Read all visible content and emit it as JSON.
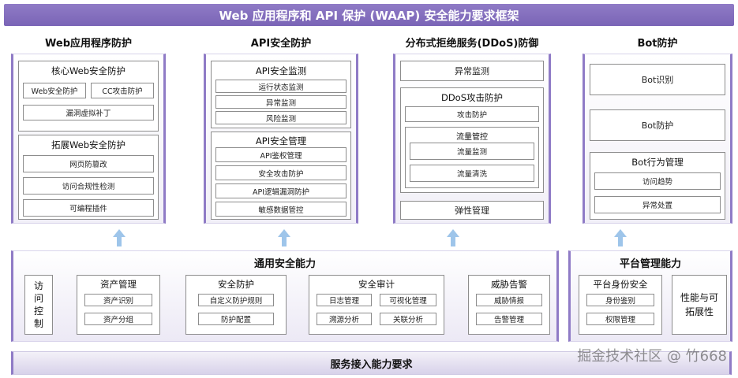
{
  "title": "Web 应用程序和 API 保护 (WAAP) 安全能力要求框架",
  "columns": {
    "web": {
      "heading": "Web应用程序防护",
      "core": {
        "title": "核心Web安全防护",
        "items": [
          "Web安全防护",
          "CC攻击防护",
          "漏洞虚拟补丁"
        ]
      },
      "ext": {
        "title": "拓展Web安全防护",
        "items": [
          "网页防篡改",
          "访问合规性检测",
          "可编程插件"
        ]
      }
    },
    "api": {
      "heading": "API安全防护",
      "monitor": {
        "title": "API安全监测",
        "items": [
          "运行状态监测",
          "异常监测",
          "风险监测"
        ]
      },
      "manage": {
        "title": "API安全管理",
        "items": [
          "API鉴权管理",
          "安全攻击防护",
          "API逻辑漏洞防护",
          "敏感数据管控"
        ]
      }
    },
    "ddos": {
      "heading": "分布式拒绝服务(DDoS)防御",
      "anomaly": "异常监测",
      "attack": {
        "title": "DDoS攻击防护",
        "item": "攻击防护"
      },
      "flow": {
        "title": "流量管控",
        "items": [
          "流量监测",
          "流量清洗"
        ]
      },
      "elastic": "弹性管理"
    },
    "bot": {
      "heading": "Bot防护",
      "identify": "Bot识别",
      "protect": "Bot防护",
      "behavior": {
        "title": "Bot行为管理",
        "items": [
          "访问趋势",
          "异常处置"
        ]
      }
    }
  },
  "general": {
    "title": "通用安全能力",
    "access": "访问控制",
    "asset": {
      "title": "资产管理",
      "items": [
        "资产识别",
        "资产分组"
      ]
    },
    "protect": {
      "title": "安全防护",
      "items": [
        "自定义防护规则",
        "防护配置"
      ]
    },
    "audit": {
      "title": "安全审计",
      "items": [
        "日志管理",
        "可视化管理",
        "溯源分析",
        "关联分析"
      ]
    },
    "threat": {
      "title": "威胁告警",
      "items": [
        "威胁情报",
        "告警管理"
      ]
    }
  },
  "platform": {
    "title": "平台管理能力",
    "identity": {
      "title": "平台身份安全",
      "items": [
        "身份鉴别",
        "权限管理"
      ]
    },
    "perf": "性能与可拓展性"
  },
  "bottom": "服务接入能力要求",
  "watermark": "掘金技术社区 @ 竹668",
  "colors": {
    "accent": "#8f7bc6",
    "arrow": "#9ec5ea"
  }
}
